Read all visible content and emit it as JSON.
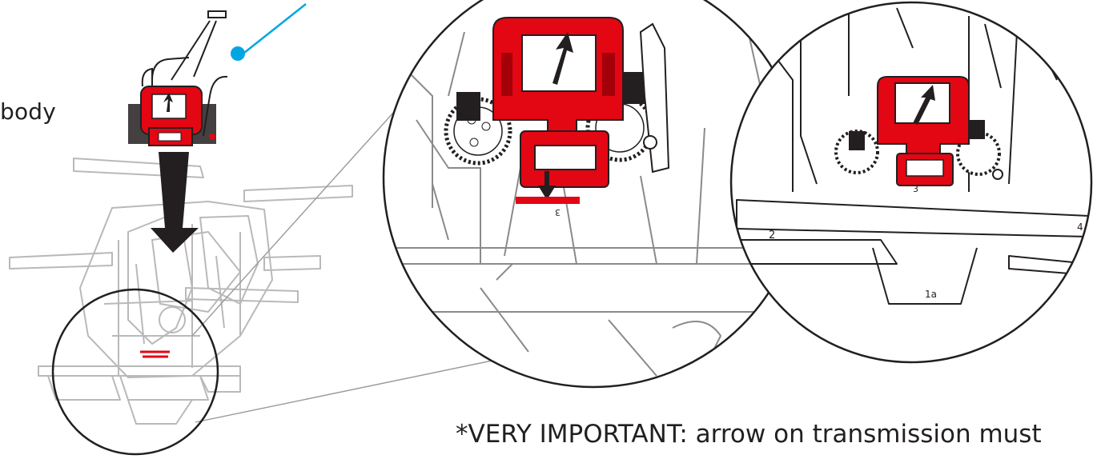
{
  "labels": {
    "body_fragment": "body",
    "important_note": "*VERY IMPORTANT: arrow on transmission must"
  },
  "part_marks": {
    "slot_number": "3",
    "tab_2": "2",
    "tab_4": "4",
    "tab_1a": "1a"
  },
  "colors": {
    "part_red": "#e30613",
    "part_dark_red": "#a3000a",
    "leader_blue": "#00a6e2",
    "outline": "#231f20",
    "ghost": "#b9b9b9"
  },
  "icons": {
    "placement_arrow": "big-down-arrow-icon",
    "direction_arrow": "direction-arrow-icon",
    "callout_dot": "blue-dot-icon"
  }
}
